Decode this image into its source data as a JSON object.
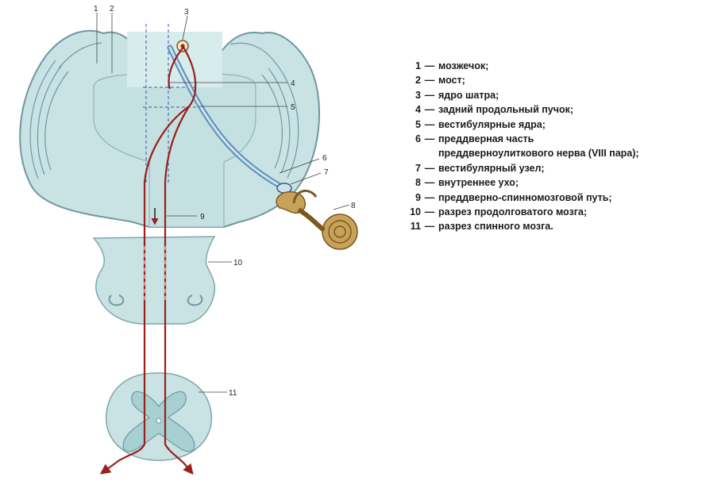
{
  "colors": {
    "tissue_fill": "#c9e3e4",
    "tissue_stroke": "#7fa6ad",
    "cerebellum_edge": "#6f97a2",
    "pathway_red": "#9b1f1c",
    "nerve_blue": "#6f9fc0",
    "ear_fill": "#c7a258",
    "ear_stroke": "#7a5a22",
    "guide_blue": "#3a5aa8",
    "legend_text": "#1a1a1a"
  },
  "callouts": {
    "n1": "1",
    "n2": "2",
    "n3": "3",
    "n4": "4",
    "n5": "5",
    "n6": "6",
    "n7": "7",
    "n8": "8",
    "n9": "9",
    "n10": "10",
    "n11": "11"
  },
  "legend": {
    "dash": "—",
    "items": [
      {
        "num": "1",
        "text": "мозжечок;"
      },
      {
        "num": "2",
        "text": "мост;"
      },
      {
        "num": "3",
        "text": "ядро шатра;"
      },
      {
        "num": "4",
        "text": "задний продольный пучок;"
      },
      {
        "num": "5",
        "text": "вестибулярные ядра;"
      },
      {
        "num": "6",
        "text": "преддверная часть",
        "cont": "преддверноулиткового нерва (VIII пара);"
      },
      {
        "num": "7",
        "text": "вестибулярный узел;"
      },
      {
        "num": "8",
        "text": "внутреннее ухо;"
      },
      {
        "num": "9",
        "text": "преддверно-спинномозговой путь;"
      },
      {
        "num": "10",
        "text": "разрез продолговатого мозга;"
      },
      {
        "num": "11",
        "text": "разрез спинного мозга."
      }
    ]
  }
}
